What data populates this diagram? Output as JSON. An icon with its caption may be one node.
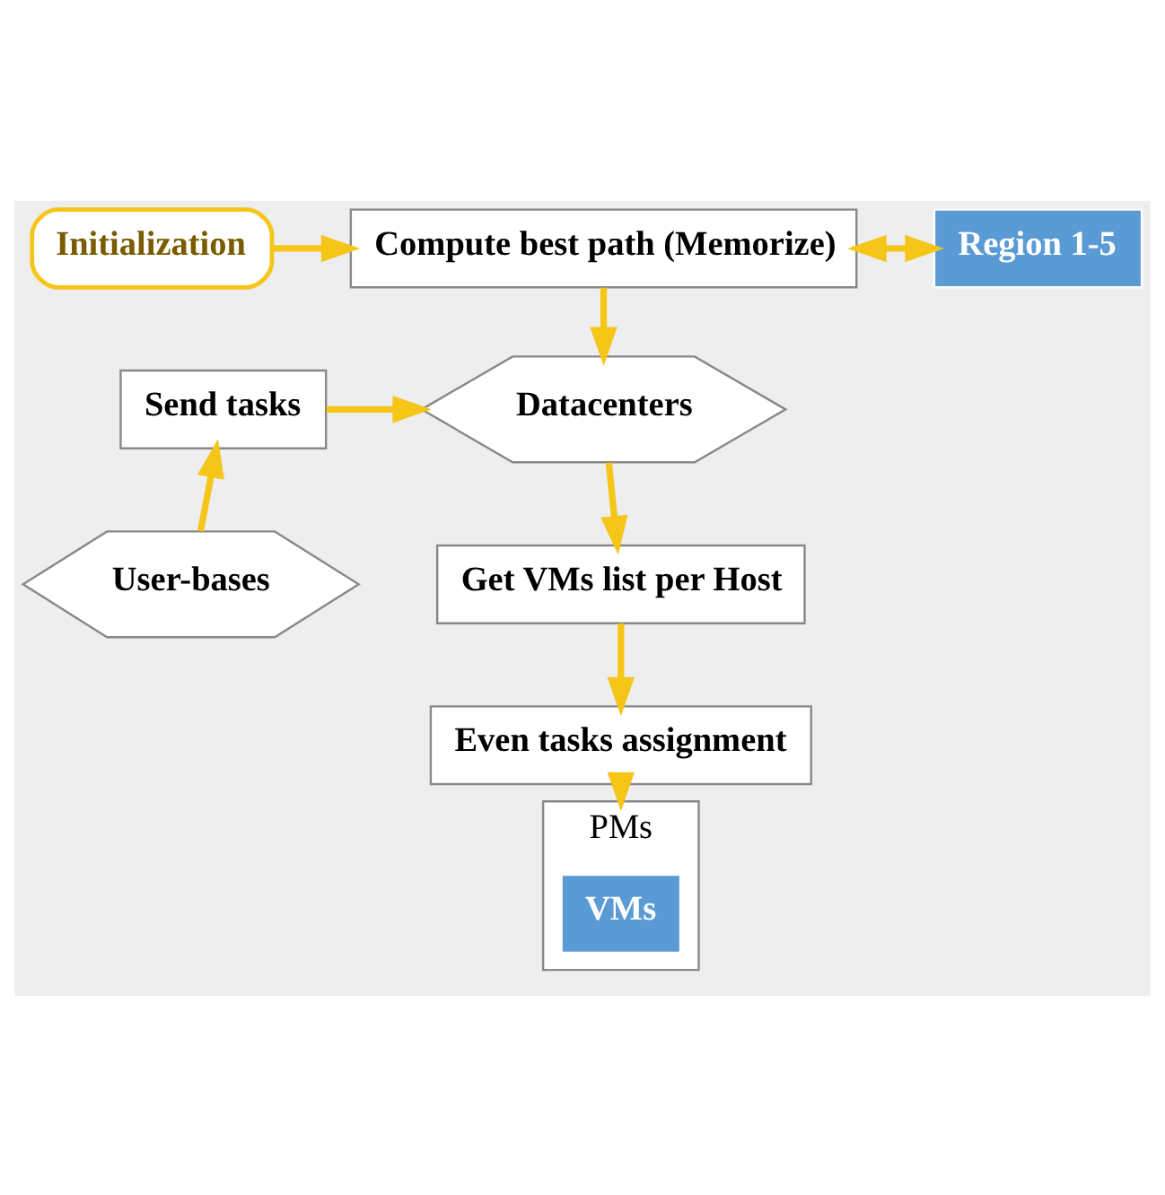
{
  "diagram": {
    "nodes": [
      {
        "text": [
          "Initialization"
        ]
      },
      {
        "text": [
          "Compute best path (Memorize)"
        ]
      },
      {
        "text": [
          "Region 1-5"
        ]
      },
      {
        "text": [
          "Send tasks"
        ]
      },
      {
        "text": [
          "Datacenters"
        ]
      },
      {
        "text": [
          "User-bases"
        ]
      },
      {
        "text": [
          "Get VMs list per Host"
        ]
      },
      {
        "text": [
          "Even tasks assignment"
        ]
      },
      {
        "text": [
          "PMs"
        ]
      },
      {
        "text": [
          "VMs"
        ],
        "in": 8
      }
    ],
    "edges": [
      {
        "from": 0,
        "to": 1,
        "arrow": "to"
      },
      {
        "from": 1,
        "to": 2,
        "arrow": "both"
      },
      {
        "from": 1,
        "to": 4,
        "arrow": "to"
      },
      {
        "from": 3,
        "to": 4,
        "arrow": "to"
      },
      {
        "from": 5,
        "to": 3,
        "arrow": "to"
      },
      {
        "from": 4,
        "to": 6,
        "arrow": "to"
      },
      {
        "from": 6,
        "to": 7,
        "arrow": "to"
      },
      {
        "from": 7,
        "to": 8,
        "arrow": "to"
      }
    ]
  }
}
